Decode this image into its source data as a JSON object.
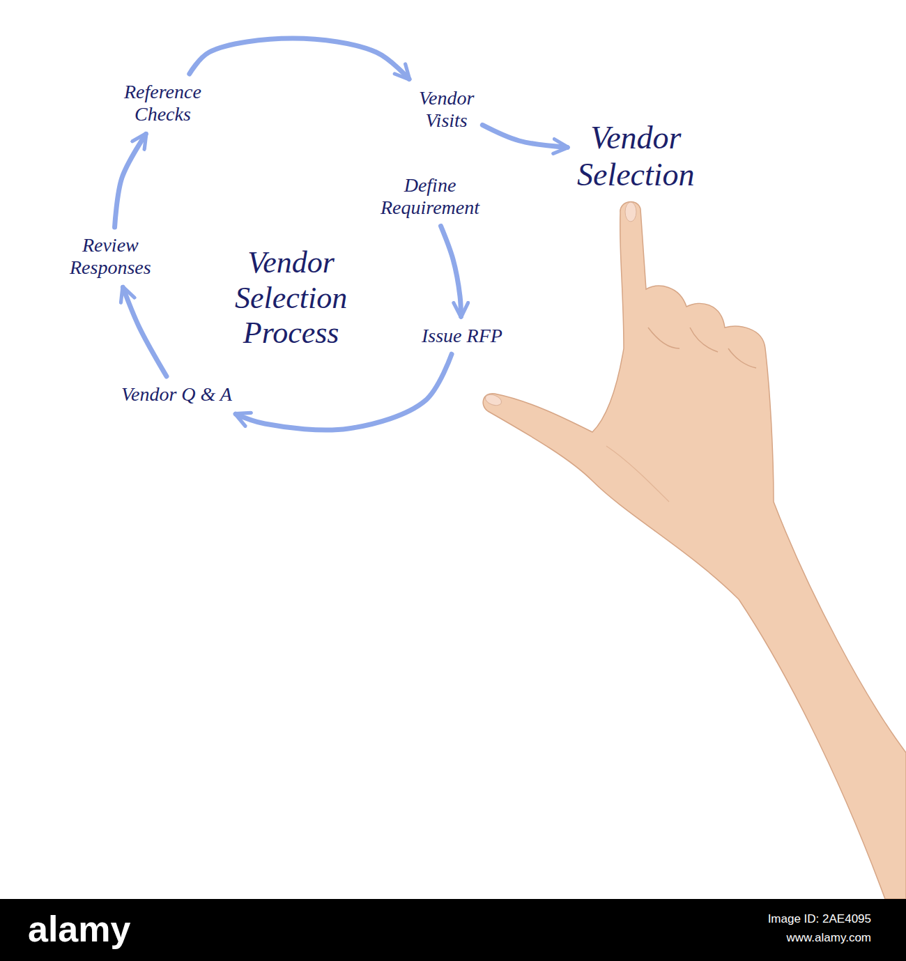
{
  "diagram": {
    "title": "Vendor Selection Process",
    "nodes": [
      {
        "text": [
          "Define Requirement"
        ]
      },
      {
        "text": [
          "Issue RFP"
        ]
      },
      {
        "text": [
          "Vendor Q & A"
        ]
      },
      {
        "text": [
          "Review Responses"
        ]
      },
      {
        "text": [
          "Reference Checks"
        ]
      },
      {
        "text": [
          "Vendor Visits"
        ]
      },
      {
        "text": [
          "Vendor Selection"
        ]
      }
    ],
    "edges": [
      {
        "from": 0,
        "to": 1,
        "arrow": "to"
      },
      {
        "from": 1,
        "to": 2,
        "arrow": "to"
      },
      {
        "from": 2,
        "to": 3,
        "arrow": "to"
      },
      {
        "from": 3,
        "to": 4,
        "arrow": "to"
      },
      {
        "from": 4,
        "to": 5,
        "arrow": "to"
      },
      {
        "from": 5,
        "to": 6,
        "arrow": "to"
      }
    ],
    "labels": [
      "alamy",
      "Image ID: 2AE4095",
      "www.alamy.com"
    ]
  }
}
